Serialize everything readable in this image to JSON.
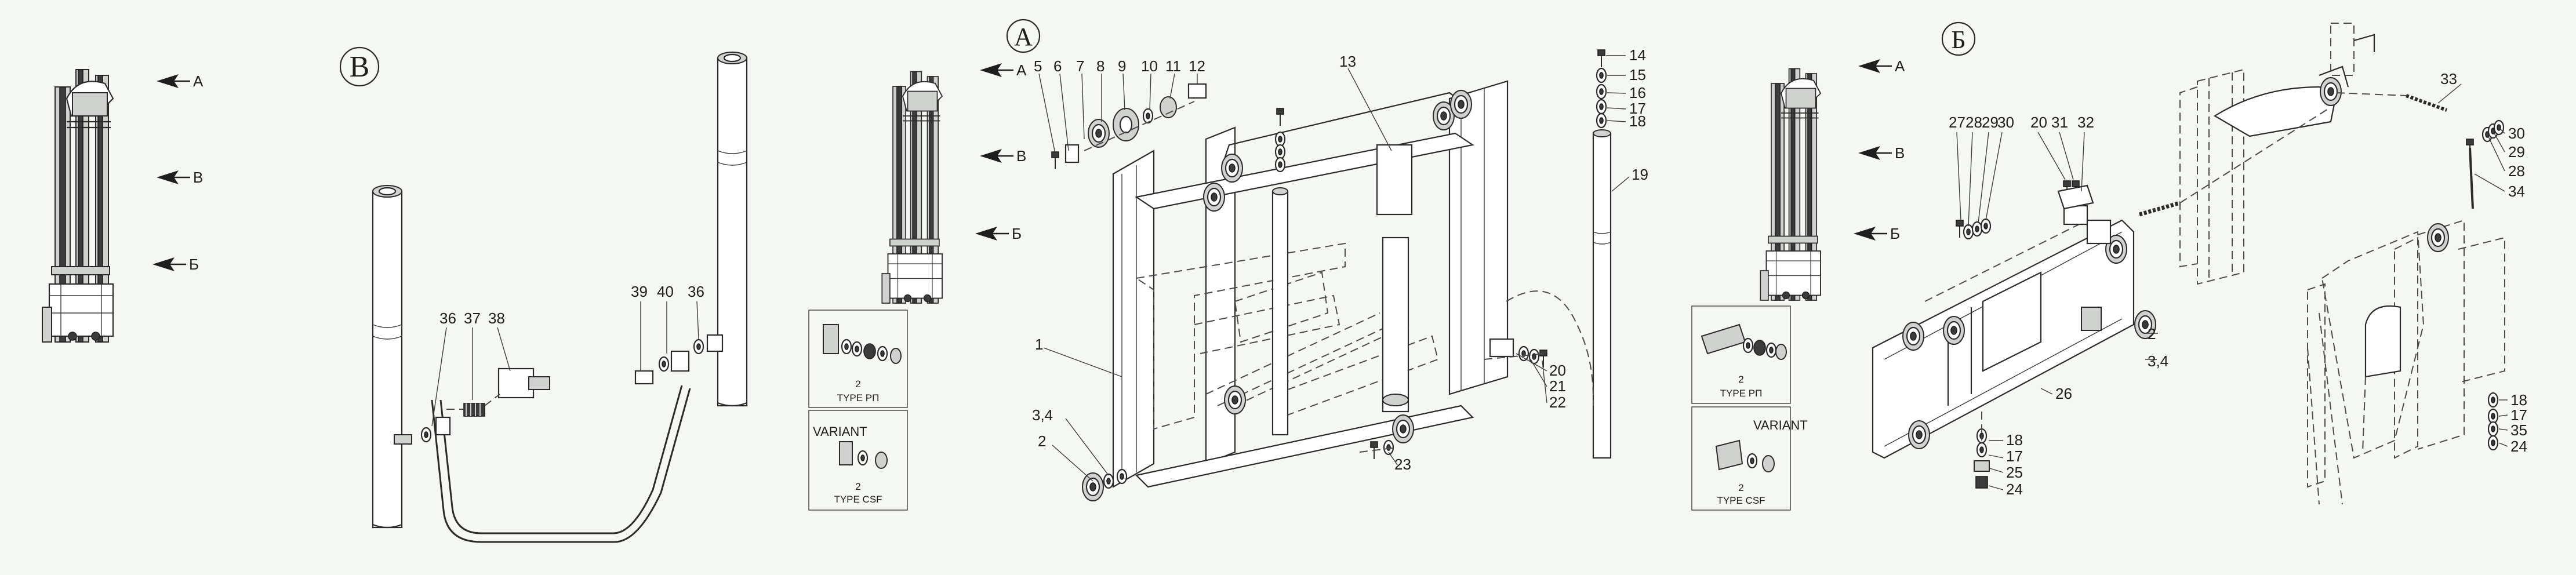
{
  "views": {
    "A": "А",
    "B": "В",
    "V": "Б"
  },
  "mast_labels": {
    "a": "A",
    "b": "B",
    "c": "Б"
  },
  "parts": {
    "p1": "1",
    "p2": "2",
    "p34": "3,4",
    "p5": "5",
    "p6": "6",
    "p7": "7",
    "p8": "8",
    "p9": "9",
    "p10": "10",
    "p11": "11",
    "p12": "12",
    "p13": "13",
    "p14": "14",
    "p15": "15",
    "p16": "16",
    "p17": "17",
    "p18": "18",
    "p19": "19",
    "p20": "20",
    "p21": "21",
    "p22": "22",
    "p23": "23",
    "p24": "24",
    "p25": "25",
    "p26": "26",
    "p27": "27",
    "p28": "28",
    "p29": "29",
    "p30": "30",
    "p31": "31",
    "p32": "32",
    "p33": "33",
    "p34b": "34",
    "p35": "35",
    "p36": "36",
    "p37": "37",
    "p38": "38",
    "p39": "39",
    "p40": "40"
  },
  "insets": {
    "type_rp": "TYPE РП",
    "type_csf": "TYPE CSF",
    "variant": "VARIANT",
    "two": "2"
  }
}
